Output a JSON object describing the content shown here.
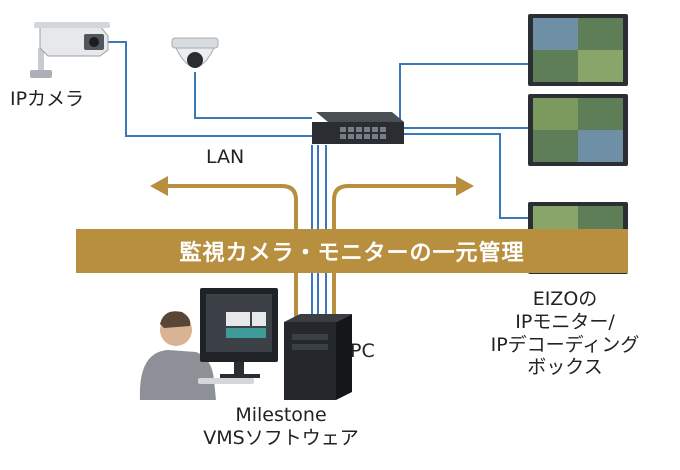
{
  "labels": {
    "ip_camera": "IPカメラ",
    "lan": "LAN",
    "banner": "監視カメラ・モニターの一元管理",
    "pc": "PC",
    "software_line1": "Milestone",
    "software_line2": "VMSソフトウェア",
    "monitor_line1": "EIZOの",
    "monitor_line2": "IPモニター/",
    "monitor_line3": "IPデコーディング",
    "monitor_line4": "ボックス"
  },
  "colors": {
    "cable_blue": "#3a78b8",
    "arrow_gold": "#b88f3e",
    "banner_bg": "#b88f3e",
    "banner_text": "#ffffff"
  },
  "icons": [
    "bullet-camera-icon",
    "dome-camera-icon",
    "network-switch-icon",
    "ip-monitor-icon",
    "pc-tower-icon",
    "desktop-monitor-icon",
    "operator-person-icon"
  ]
}
